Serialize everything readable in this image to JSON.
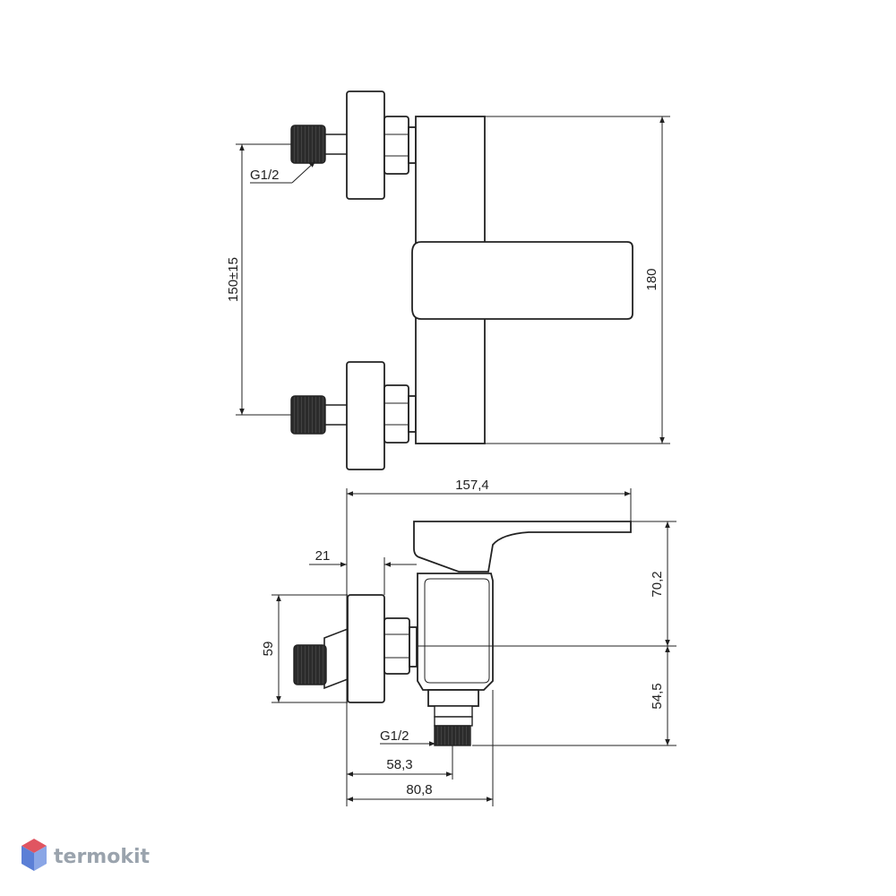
{
  "drawing": {
    "front_view": {
      "thread_label": "G1/2",
      "height_dim": "150±15",
      "total_height_dim": "180"
    },
    "side_view": {
      "width_dim": "157,4",
      "offset_dim": "21",
      "flange_dim": "59",
      "upper_dim": "70,2",
      "lower_dim": "54,5",
      "thread_label": "G1/2",
      "outlet_dim": "58,3",
      "depth_dim": "80,8"
    }
  },
  "brand": {
    "name": "termokit",
    "colors": {
      "logo_top": "#e05561",
      "logo_side": "#5b7fd6",
      "text": "#9aa3ad"
    }
  },
  "colors": {
    "line": "#222222",
    "thread": "#2b2b2b",
    "background": "#ffffff"
  }
}
